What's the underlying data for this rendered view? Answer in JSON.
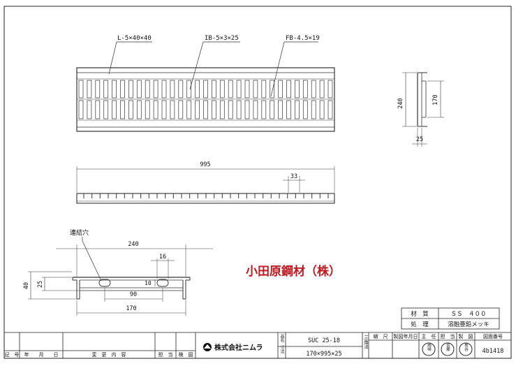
{
  "callouts": {
    "angle": "L-5×40×40",
    "ib": "IB-5×3×25",
    "fb": "FB-4.5×19"
  },
  "dims": {
    "side_height": "240",
    "side_inner": "170",
    "side_thick": "25",
    "length": "995",
    "pitch": "33",
    "det_width": "240",
    "det_slot_w": "16",
    "det_height": "40",
    "det_inner": "25",
    "det_slot_h": "10",
    "det_hole_pitch": "90",
    "det_base": "170"
  },
  "labels": {
    "joint_hole": "連結穴",
    "company_overlay": "小田原鋼材（株）"
  },
  "material_box": {
    "row1_label": "材　質",
    "row1_value": "ＳＳ　４００",
    "row2_label": "処　理",
    "row2_value": "溶融亜鉛メッキ"
  },
  "title_block": {
    "rev_headers": [
      "記　号",
      "年　　月　　日",
      "変　更　内　容",
      "担　当",
      "検　図"
    ],
    "company": "株式会社ニムラ",
    "name_label": "品名",
    "name_value": "SUC 25-18",
    "size_label": "寸法",
    "size_value": "170×995×25",
    "angle_label": "三角法",
    "scale_label": "縮　尺",
    "date_label": "製図年月日",
    "chief_label": "主　任",
    "person_label": "担　当",
    "drafter_label": "製　図",
    "dwg_no_label": "図面番号",
    "dwg_no": "4b1418",
    "stamps": [
      "岡崎",
      "佐藤",
      "熊谷"
    ]
  }
}
